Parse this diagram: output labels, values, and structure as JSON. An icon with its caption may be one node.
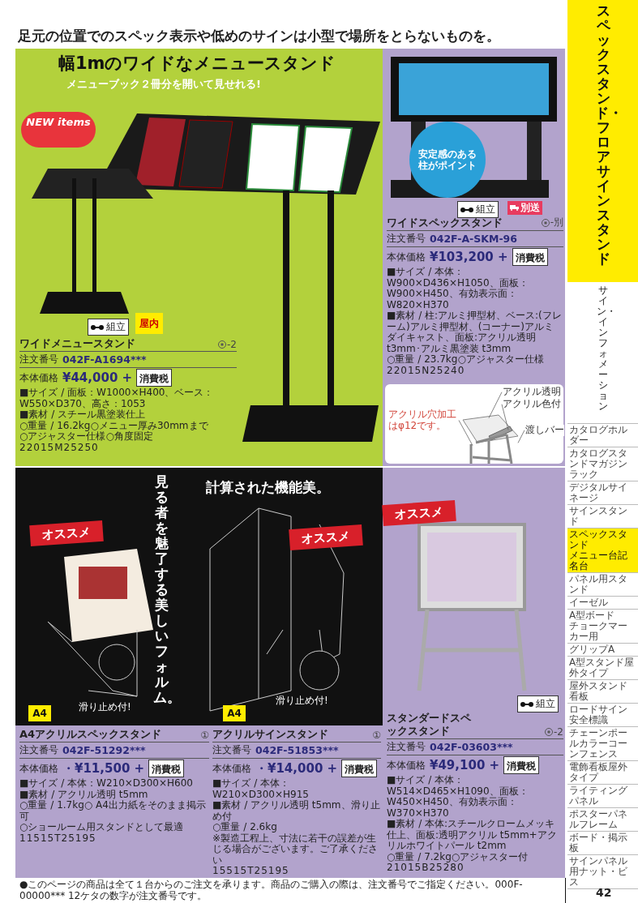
{
  "diagram": {
    "title": "足元の位置でのスペック表示や低めのサインは小型で場所をとらないものを。",
    "nodes": [
      {
        "text": [
          "NEW items"
        ]
      },
      {
        "text": [
          "屋内"
        ]
      },
      {
        "text": [
          "組立"
        ]
      },
      {
        "text": [
          "消費税"
        ]
      },
      {
        "text": [
          "安定感のある柱がポイント"
        ]
      },
      {
        "text": [
          "組立"
        ]
      },
      {
        "text": [
          "別送"
        ]
      },
      {
        "text": [
          "消費税"
        ]
      },
      {
        "text": [
          "アクリル透明"
        ]
      },
      {
        "text": [
          "アクリル色付"
        ]
      },
      {
        "text": [
          "渡しバー"
        ]
      },
      {
        "text": [
          "アクリル穴加工はφ12です。"
        ]
      },
      {
        "text": [
          "オススメ"
        ]
      },
      {
        "text": [
          "オススメ"
        ]
      },
      {
        "text": [
          "オススメ"
        ]
      },
      {
        "text": [
          "A4"
        ]
      },
      {
        "text": [
          "A4"
        ]
      },
      {
        "text": [
          "消費税"
        ]
      },
      {
        "text": [
          "消費税"
        ]
      },
      {
        "text": [
          "組立"
        ]
      },
      {
        "text": [
          "消費税"
        ]
      },
      {
        "text": [
          "カタログホルダー"
        ]
      },
      {
        "text": [
          "カタログスタンドマガジンラック"
        ]
      },
      {
        "text": [
          "デジタルサイネージ"
        ]
      },
      {
        "text": [
          "サインスタンド"
        ]
      },
      {
        "text": [
          "スペックスタンド",
          "メニュー台記名台"
        ]
      },
      {
        "text": [
          "パネル用スタンド"
        ]
      },
      {
        "text": [
          "イーゼル"
        ]
      },
      {
        "text": [
          "A型ボード",
          "チョークマーカー用"
        ]
      },
      {
        "text": [
          "グリップA"
        ]
      },
      {
        "text": [
          "A型スタンド屋外タイプ"
        ]
      },
      {
        "text": [
          "屋外スタンド看板"
        ]
      },
      {
        "text": [
          "ロードサイン安全標識"
        ]
      },
      {
        "text": [
          "チェーンポールカラーコーンフェンス"
        ]
      },
      {
        "text": [
          "電飾看板屋外タイプ"
        ]
      },
      {
        "text": [
          "ライティングパネル"
        ]
      },
      {
        "text": [
          "ポスターパネルフレーム"
        ]
      },
      {
        "text": [
          "ボード・掲示板"
        ]
      },
      {
        "text": [
          "サインパネル用ナット・ビス"
        ]
      },
      {
        "text": [],
        "shape": "picture"
      }
    ],
    "edges": [
      {
        "from": 8,
        "to": 39,
        "arrow": "none"
      },
      {
        "from": 9,
        "to": 39,
        "arrow": "none"
      },
      {
        "from": 10,
        "to": 39,
        "arrow": "none"
      },
      {
        "from": 11,
        "to": 39,
        "arrow": "none"
      }
    ],
    "labels": [
      "幅1mのワイドなメニュースタンド",
      "メニューブック２冊分を開いて見せれる!",
      "ワイドメニュースタンド",
      "-2",
      "注文番号",
      "042F-A1694***",
      "本体価格",
      "¥44,000 +",
      "■サイズ / 面板：W1000×H400、ベース：W550×D370、高さ：1053",
      "■素材 / スチール黒塗装仕上",
      "○重量 / 16.2kg○メニュー厚み30mmまで",
      "○アジャスター仕様○角度固定",
      "22015M25250",
      "ワイドスペックスタンド",
      "-別",
      "注文番号",
      "042F-A-SKM-96",
      "本体価格",
      "¥103,200 +",
      "■サイズ / 本体：W900×D436×H1050、面板：W900×H450、有効表示面：W820×H370",
      "■素材 / 柱:アルミ押型材、ベース:(フレーム)アルミ押型材、(コーナー)アルミダイキャスト、面板:アクリル透明t3mm･アルミ黒塗装 t3mm",
      "○重量 / 23.7kg○アジャスター仕様",
      "22015N25240",
      "見る者を魅了する美しいフォルム。",
      "計算された機能美。",
      "滑り止め付!",
      "滑り止め付!",
      "A4アクリルスペックスタンド",
      "①",
      "注文番号",
      "042F-51292***",
      "本体価格",
      "・¥11,500 +",
      "■サイズ / 本体：W210×D300×H600",
      "■素材 / アクリル透明 t5mm",
      "○重量 / 1.7kg○ A4出力紙をそのまま掲示可",
      "○ショールーム用スタンドとして最適",
      "11515T25195",
      "アクリルサインスタンド",
      "①",
      "注文番号",
      "042F-51853***",
      "本体価格",
      "・¥14,000 +",
      "■サイズ / 本体：W210×D300×H915",
      "■素材 / アクリル透明 t5mm、滑り止め付",
      "○重量 / 2.6kg",
      "※製造工程上、寸法に若干の誤差が生じる場合がございます。ご了承ください",
      "15515T25195",
      "スタンダードスペックスタンド",
      "-2",
      "注文番号",
      "042F-03603***",
      "本体価格",
      "¥49,100 +",
      "■サイズ / 本体：W514×D465×H1090、面板：W450×H450、有効表示面：W370×H370",
      "■素材 / 本体:スチールクロームメッキ仕上、面板:透明アクリル t5mm+アクリルホワイトパール t2mm",
      "○重量 / 7.2kg○アジャスター付",
      "21015B25280",
      "●このページの商品は全て１台からのご注文を承ります。商品のご購入の際は、注文番号でご指定ください。000F-00000*** 12ケタの数字が注文番号です。",
      "42",
      "スペックスタンド・フロアサインスタンド",
      "サイン・インフォメーション"
    ]
  }
}
